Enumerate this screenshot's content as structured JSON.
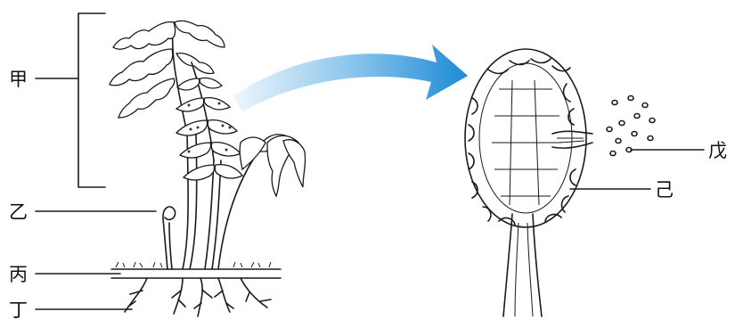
{
  "labels": {
    "jia": "甲",
    "yi": "乙",
    "bing": "丙",
    "ding": "丁",
    "wu": "戊",
    "ji": "己"
  },
  "colors": {
    "arrow_start": "#e6f3fb",
    "arrow_end": "#1f8fd8",
    "ink": "#1a1a1a"
  },
  "icons": {
    "fern_plant": "fern-plant-icon",
    "sorus": "sporangium-icon",
    "spores": "spores-icon",
    "arrow": "curved-arrow-icon"
  }
}
